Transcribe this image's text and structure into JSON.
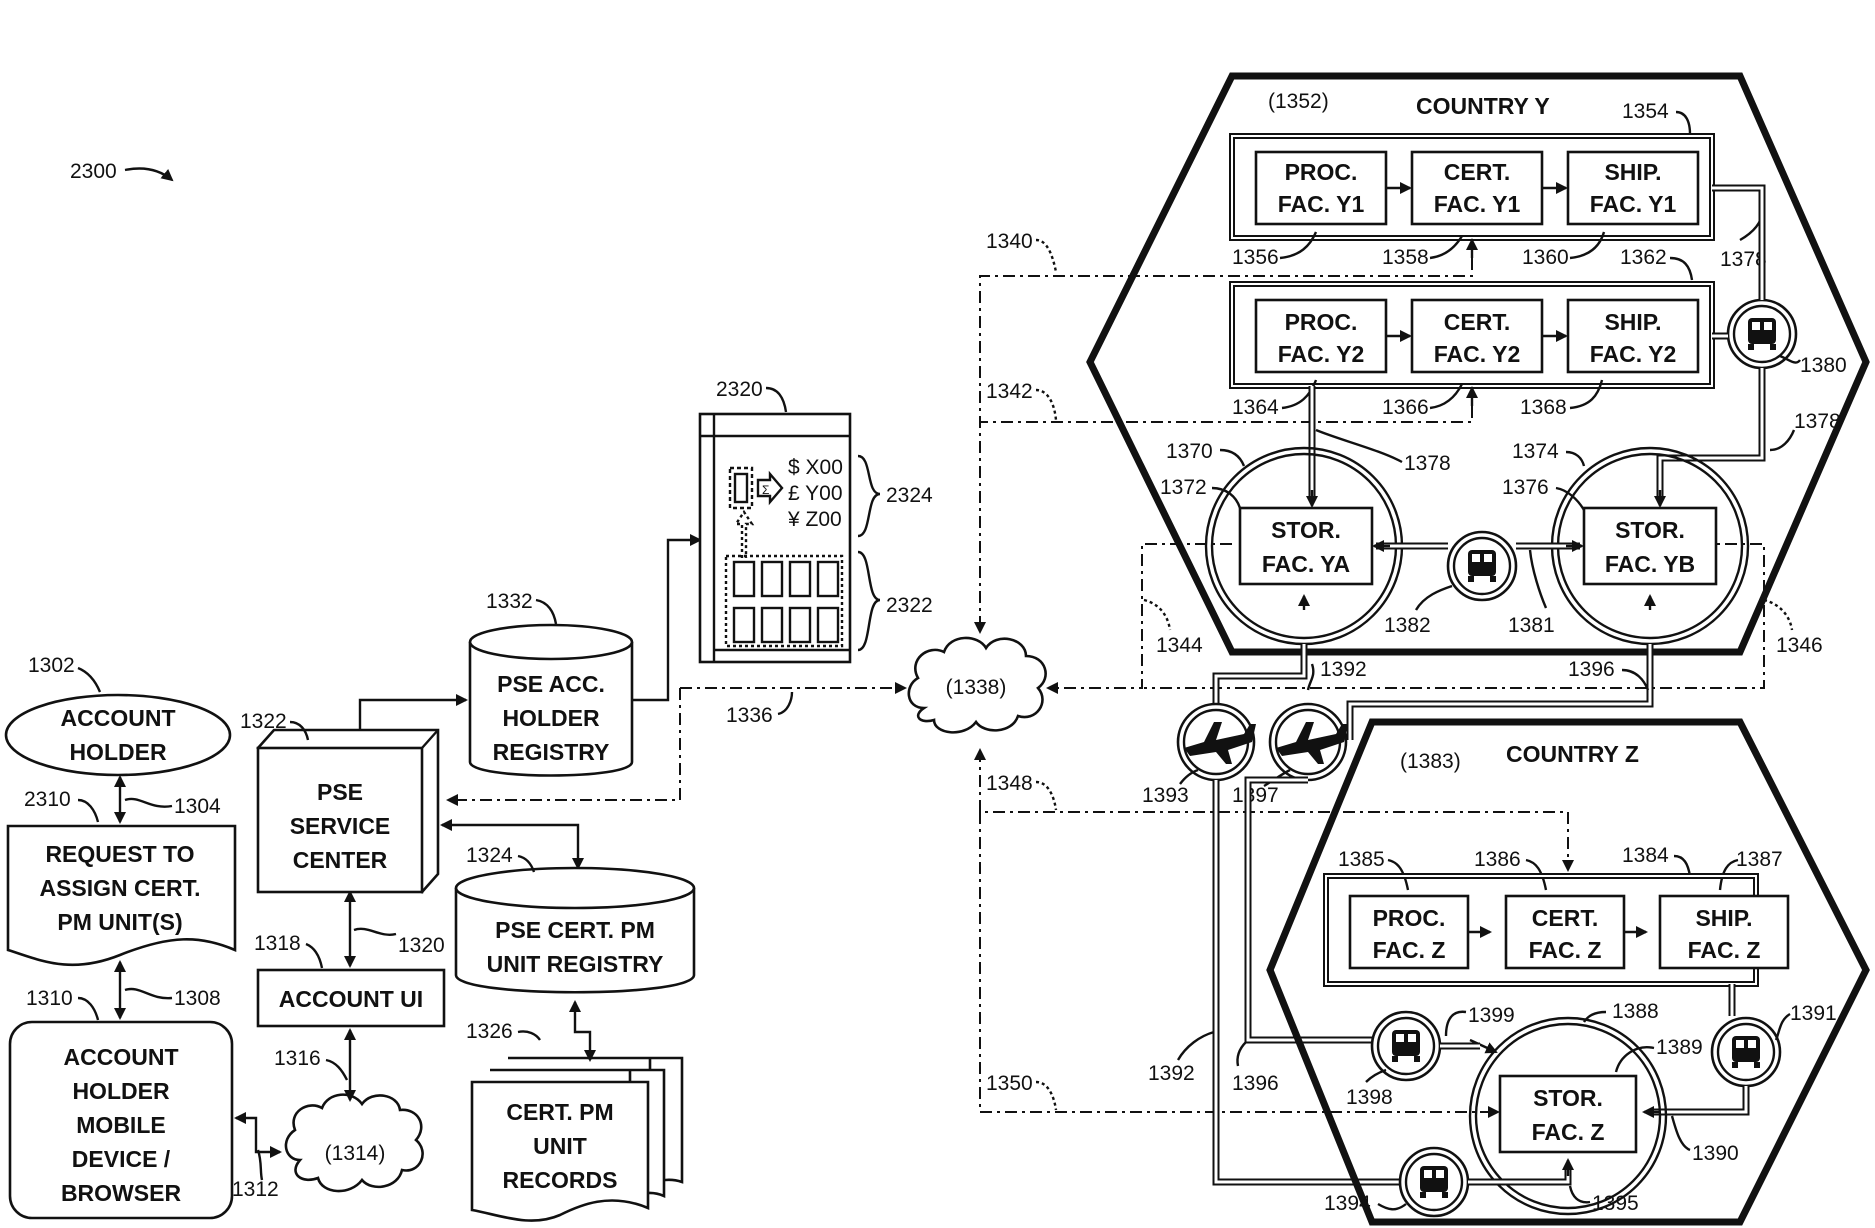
{
  "figure_ref": "2300",
  "nodes": {
    "account_holder": {
      "ref": "1302",
      "lines": [
        "ACCOUNT",
        "HOLDER"
      ]
    },
    "request": {
      "ref": "2310",
      "lines": [
        "REQUEST TO",
        "ASSIGN CERT.",
        "PM UNIT(S)"
      ]
    },
    "mobile": {
      "ref": "1310",
      "lines": [
        "ACCOUNT",
        "HOLDER",
        "MOBILE",
        "DEVICE /",
        "BROWSER"
      ]
    },
    "network_1314": {
      "lines": [
        "(1314)"
      ]
    },
    "account_ui": {
      "ref": "1318",
      "lines": [
        "ACCOUNT UI"
      ]
    },
    "pse_service": {
      "ref": "1322",
      "lines": [
        "PSE",
        "SERVICE",
        "CENTER"
      ]
    },
    "pse_acc_registry": {
      "ref": "1332",
      "lines": [
        "PSE ACC.",
        "HOLDER",
        "REGISTRY"
      ]
    },
    "pse_cert_registry": {
      "ref": "1324",
      "lines": [
        "PSE CERT. PM",
        "UNIT REGISTRY"
      ]
    },
    "cert_records": {
      "ref": "1326",
      "lines": [
        "CERT. PM",
        "UNIT",
        "RECORDS"
      ]
    },
    "network_1338": {
      "lines": [
        "(1338)"
      ]
    },
    "device_2320": {
      "ref": "2320",
      "currency": [
        "$ X00",
        "£ Y00",
        "¥ Z00"
      ],
      "ref_a": "2324",
      "ref_b": "2322"
    },
    "country_y": {
      "title": "COUNTRY Y",
      "ref": "(1352)"
    },
    "country_z": {
      "title": "COUNTRY Z",
      "ref": "(1383)"
    },
    "proc_y1": {
      "lines": [
        "PROC.",
        "FAC. Y1"
      ]
    },
    "cert_y1": {
      "lines": [
        "CERT.",
        "FAC. Y1"
      ]
    },
    "ship_y1": {
      "lines": [
        "SHIP.",
        "FAC. Y1"
      ]
    },
    "proc_y2": {
      "lines": [
        "PROC.",
        "FAC. Y2"
      ]
    },
    "cert_y2": {
      "lines": [
        "CERT.",
        "FAC. Y2"
      ]
    },
    "ship_y2": {
      "lines": [
        "SHIP.",
        "FAC. Y2"
      ]
    },
    "stor_ya": {
      "lines": [
        "STOR.",
        "FAC. YA"
      ]
    },
    "stor_yb": {
      "lines": [
        "STOR.",
        "FAC. YB"
      ]
    },
    "proc_z": {
      "lines": [
        "PROC.",
        "FAC. Z"
      ]
    },
    "cert_z": {
      "lines": [
        "CERT.",
        "FAC. Z"
      ]
    },
    "ship_z": {
      "lines": [
        "SHIP.",
        "FAC. Z"
      ]
    },
    "stor_z": {
      "lines": [
        "STOR.",
        "FAC. Z"
      ]
    }
  },
  "refs": {
    "r1304": "1304",
    "r1308": "1308",
    "r1312": "1312",
    "r1316": "1316",
    "r1320": "1320",
    "r1336": "1336",
    "r1340": "1340",
    "r1342": "1342",
    "r1344": "1344",
    "r1346": "1346",
    "r1348": "1348",
    "r1350": "1350",
    "r1354": "1354",
    "r1356": "1356",
    "r1358": "1358",
    "r1360": "1360",
    "r1362": "1362",
    "r1364": "1364",
    "r1366": "1366",
    "r1368": "1368",
    "r1370": "1370",
    "r1372": "1372",
    "r1374": "1374",
    "r1376": "1376",
    "r1378a": "1378",
    "r1378b": "1378",
    "r1378c": "1378",
    "r1380": "1380",
    "r1381": "1381",
    "r1382": "1382",
    "r1384": "1384",
    "r1385": "1385",
    "r1386": "1386",
    "r1387": "1387",
    "r1388": "1388",
    "r1389": "1389",
    "r1390": "1390",
    "r1391": "1391",
    "r1392a": "1392",
    "r1392b": "1392",
    "r1393": "1393",
    "r1394": "1394",
    "r1395": "1395",
    "r1396a": "1396",
    "r1396b": "1396",
    "r1397": "1397",
    "r1398": "1398",
    "r1399": "1399"
  },
  "icons": [
    "truck-icon",
    "airplane-icon",
    "cloud-icon"
  ]
}
